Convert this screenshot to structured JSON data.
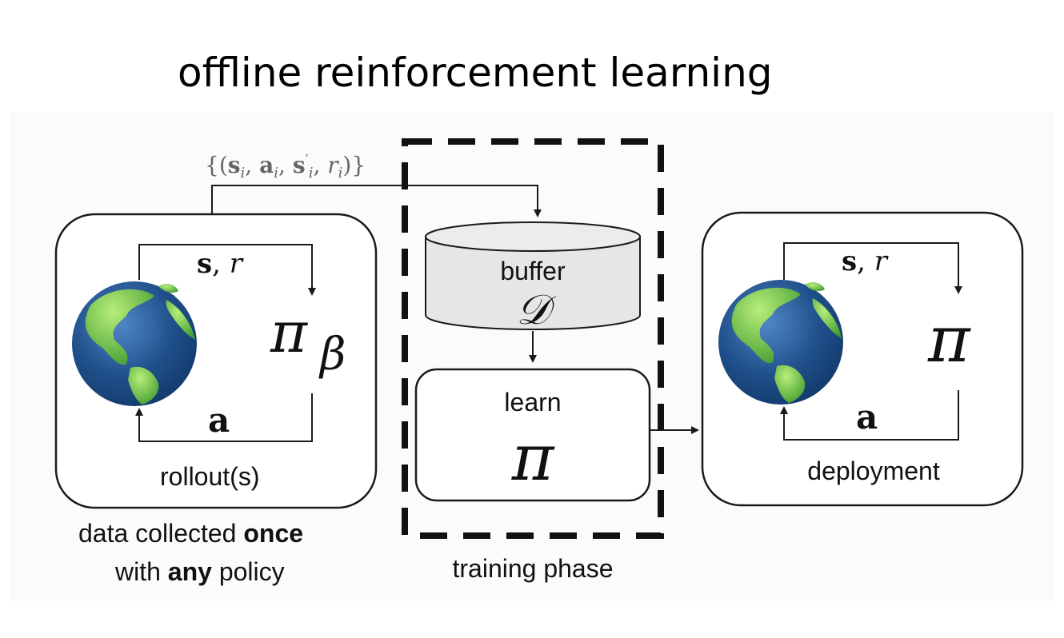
{
  "title": "offline reinforcement learning",
  "tuple_label": "{(s_i, a_i, s'_i, r_i)}",
  "rollout": {
    "state_reward": "s, r",
    "policy_symbol": "π",
    "policy_subscript": "β",
    "action": "a",
    "label": "rollout(s)",
    "caption_line1_prefix": "data collected ",
    "caption_line1_bold": "once",
    "caption_line2_prefix": "with ",
    "caption_line2_bold": "any",
    "caption_line2_suffix": " policy"
  },
  "training": {
    "buffer_label": "buffer",
    "buffer_symbol": "𝒟",
    "learn_label": "learn",
    "learn_symbol": "π",
    "phase_label": "training phase"
  },
  "deployment": {
    "state_reward": "s, r",
    "policy_symbol": "π",
    "action": "a",
    "label": "deployment"
  },
  "colors": {
    "ocean": "#1f4f8a",
    "land": "#6cc24a",
    "buffer_fill": "#e6e6e6",
    "line": "#1a1a1a"
  }
}
